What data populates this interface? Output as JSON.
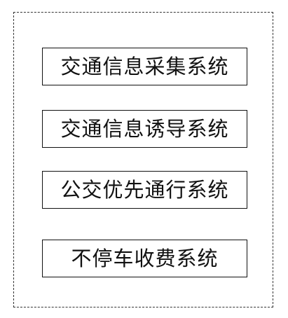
{
  "diagram": {
    "systems": [
      {
        "label": "交通信息采集系统"
      },
      {
        "label": "交通信息诱导系统"
      },
      {
        "label": "公交优先通行系统"
      },
      {
        "label": "不停车收费系统"
      }
    ]
  }
}
